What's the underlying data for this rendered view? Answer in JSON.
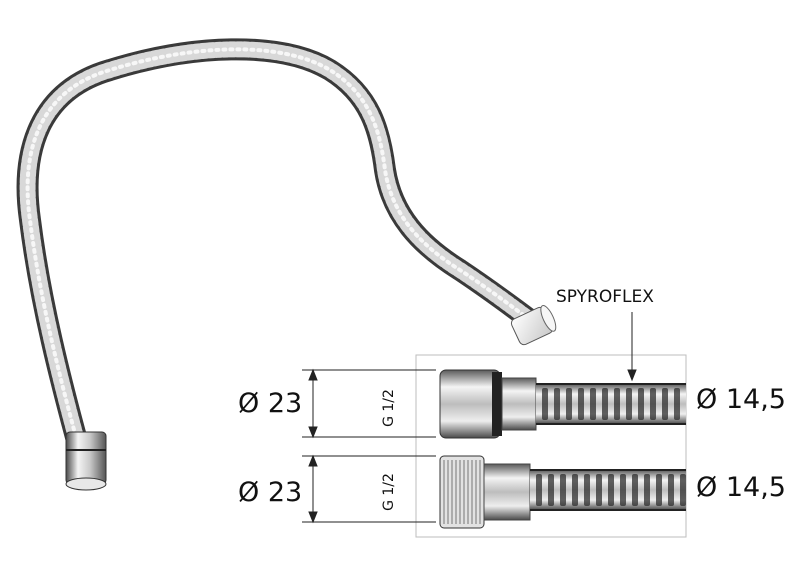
{
  "product": {
    "name": "SPYROFLEX"
  },
  "dimensions": {
    "top_diameter": "Ø 23",
    "top_thread": "G 1/2",
    "top_hose_diameter": "Ø 14,5",
    "bottom_diameter": "Ø 23",
    "bottom_thread": "G 1/2",
    "bottom_hose_diameter": "Ø 14,5"
  },
  "colors": {
    "chrome_light": "#f2f2f2",
    "chrome_mid": "#9a9a9a",
    "chrome_dark": "#3a3a3a",
    "line": "#222222",
    "frame": "#bdbdbd"
  }
}
